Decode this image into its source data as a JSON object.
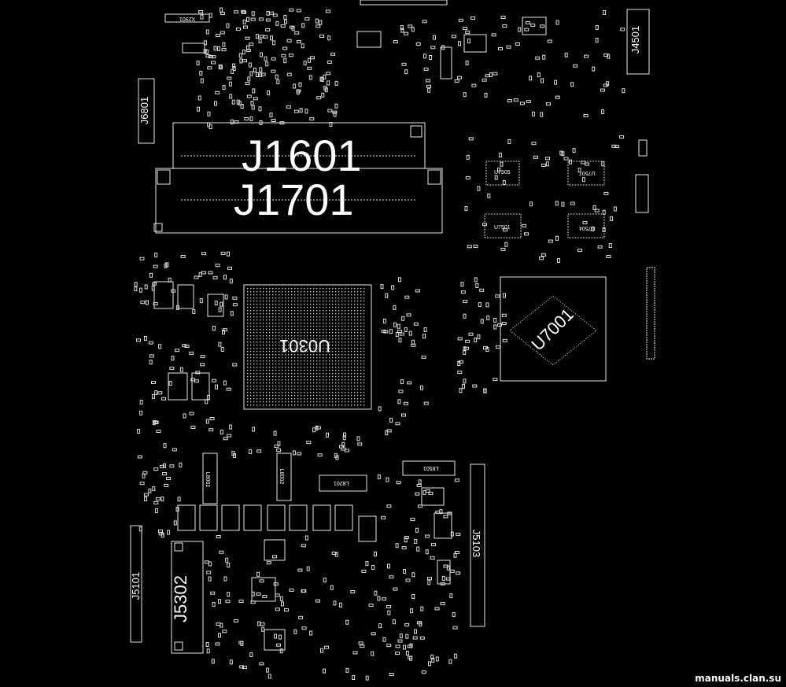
{
  "labels": {
    "j1601": "J1601",
    "j1701": "J1701",
    "u0301": "U0301",
    "u7001": "U7001",
    "j5302": "J5302",
    "j5103": "J5103",
    "j5101": "J5101",
    "j6801": "J6801",
    "j4501": "J4501",
    "x2901": "X2901",
    "u7505": "U7505",
    "u7507": "U7507",
    "u7501": "U7501",
    "u7504": "U7504",
    "l8501": "L8501",
    "l8201": "L8201",
    "l8001": "L8001",
    "l8002": "L8002"
  },
  "watermark": "manuals.clan.su"
}
